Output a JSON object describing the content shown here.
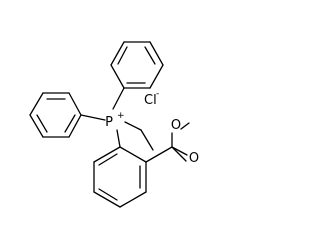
{
  "molecule": {
    "phosphorus": {
      "symbol": "P",
      "charge": "+"
    },
    "counterion": {
      "symbol": "Cl",
      "charge": "-"
    },
    "carbonyl_oxygen": {
      "symbol": "O"
    },
    "ester_oxygen": {
      "symbol": "O"
    }
  }
}
